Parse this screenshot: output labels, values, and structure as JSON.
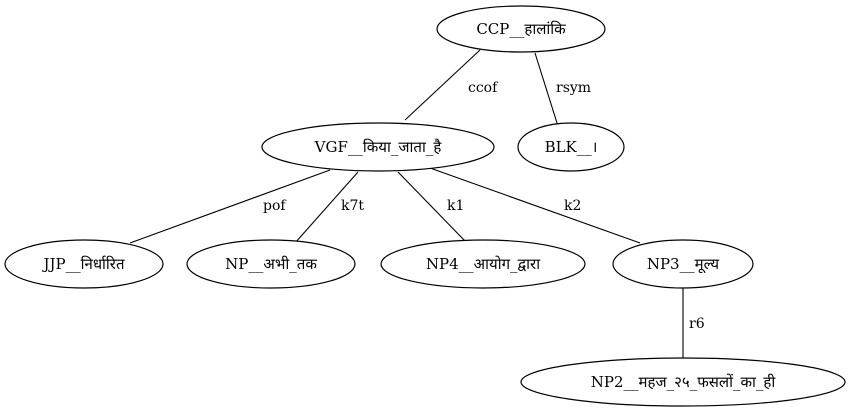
{
  "nodes": {
    "ccp": "CCP__हालांकि",
    "vgf": "VGF__किया_जाता_है",
    "blk": "BLK__।",
    "jjp": "JJP__निर्धारित",
    "np": "NP__अभी_तक",
    "np4": "NP4__आयोग_द्वारा",
    "np3": "NP3__मूल्य",
    "np2": "NP2__महज_२५_फसलों_का_ही"
  },
  "edges": {
    "ccof": "ccof",
    "rsym": "rsym",
    "pof": "pof",
    "k7t": "k7t",
    "k1": "k1",
    "k2": "k2",
    "r6": "r6"
  }
}
